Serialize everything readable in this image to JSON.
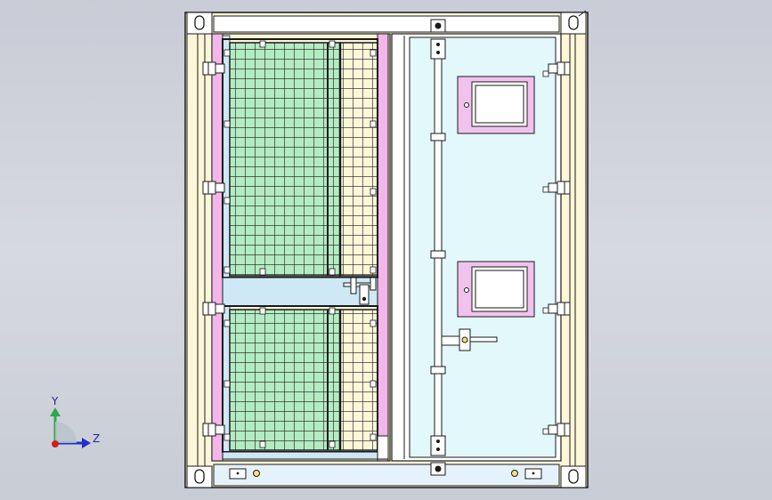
{
  "viewport": {
    "background": "#cfd2db",
    "triad": {
      "y_label": "Y",
      "z_label": "Z",
      "y_color": "#2ea84a",
      "z_color": "#2030c8",
      "x_color": "#d01e1e"
    }
  },
  "model": {
    "frame_color": "#fdf6d8",
    "left_door": {
      "mesh_fill": "#b3ebc2",
      "mesh_right_fill": "#fdf6d8",
      "side_strip_color": "#f2b6ea",
      "inner_strip_color": "#cfe8f6",
      "mesh_columns": 14,
      "mesh_rows": 22
    },
    "right_door": {
      "panel_fill": "#e2f8fa",
      "window_frame_color": "#f2c2ee",
      "window_count": 2
    },
    "bottom_rail_color": "#e5f2fb",
    "hinge_count": 4
  }
}
